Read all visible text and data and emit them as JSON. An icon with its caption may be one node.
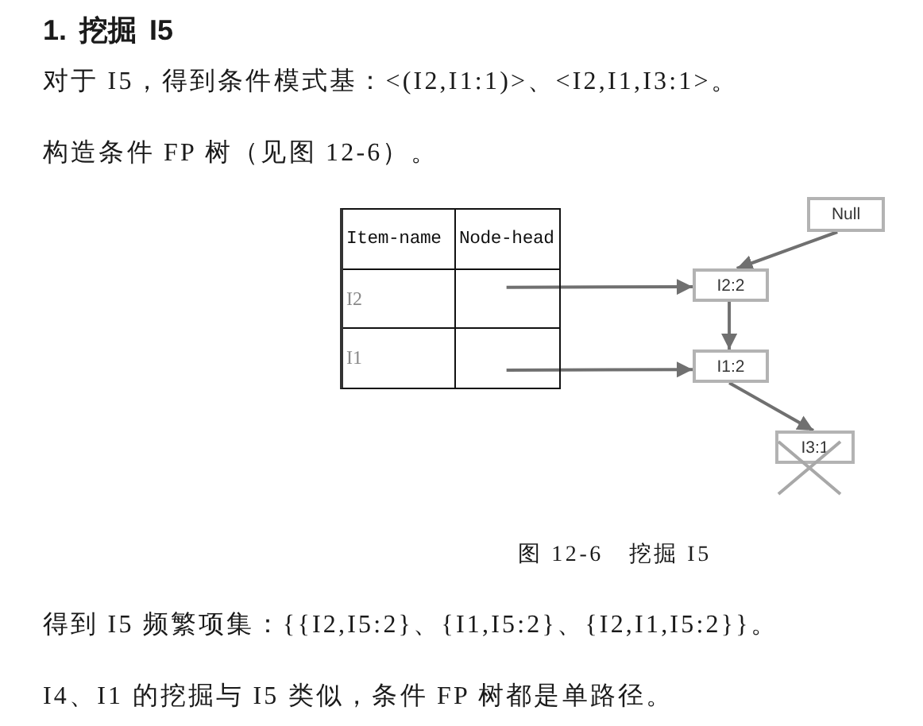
{
  "diagram": {
    "title": "1. 挖掘 I5",
    "caption": "图 12-6　挖掘 I5",
    "nodes": [
      {
        "text": [],
        "shape": "box"
      },
      {
        "text": [
          "Item-name"
        ],
        "in": 0
      },
      {
        "text": [
          "Node-head"
        ],
        "in": 0
      },
      {
        "text": [
          "I2"
        ],
        "in": 0
      },
      {
        "text": [],
        "shape": "box",
        "in": 0
      },
      {
        "text": [
          "I1"
        ],
        "in": 0
      },
      {
        "text": [],
        "shape": "box",
        "in": 0
      },
      {
        "text": [
          "Null"
        ]
      },
      {
        "text": [
          "I2:2"
        ]
      },
      {
        "text": [
          "I1:2"
        ]
      },
      {
        "text": [
          "I3:1"
        ]
      }
    ],
    "edges": [
      {
        "from": 4,
        "to": 8,
        "arrow": "to"
      },
      {
        "from": 6,
        "to": 9,
        "arrow": "to"
      },
      {
        "from": 7,
        "to": 8,
        "arrow": "to"
      },
      {
        "from": 8,
        "to": 9,
        "arrow": "to"
      },
      {
        "from": 9,
        "to": 10,
        "arrow": "to"
      }
    ],
    "labels": [
      "对于 I5，得到条件模式基：<(I2,I1:1)>、<I2,I1,I3:1>。",
      "构造条件 FP 树（见图 12-6）。",
      "得到 I5 频繁项集：{{I2,I5:2}、{I1,I5:2}、{I2,I1,I5:2}}。",
      "I4、I1 的挖掘与 I5 类似，条件 FP 树都是单路径。"
    ]
  }
}
